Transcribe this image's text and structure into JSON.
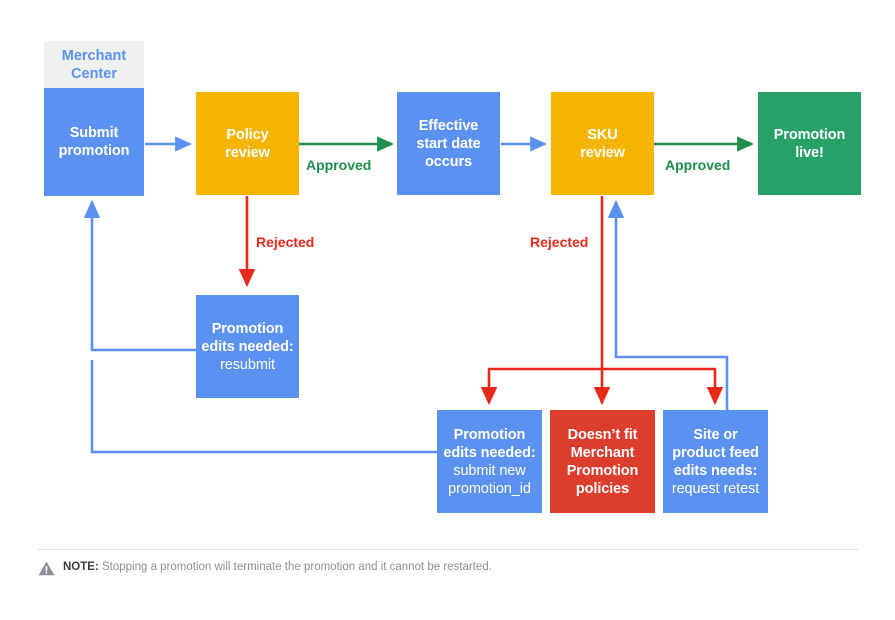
{
  "diagram": {
    "title": "Merchant Center promotion review flow",
    "group_header": {
      "label": "Merchant\nCenter",
      "line1": "Merchant",
      "line2": "Center"
    },
    "colors": {
      "blue": "#5b91f0",
      "yellow": "#f5b400",
      "green": "#26a269",
      "red": "#dc3d2c",
      "group_header_bg": "#eff0f0",
      "arrow_blue": "#5b91f0",
      "arrow_green": "#1e8e4e",
      "arrow_red": "#e8291b",
      "label_green": "#1e8e4e",
      "label_red": "#e8291b"
    },
    "nodes": [
      {
        "id": "submit",
        "bold": "Submit\npromotion",
        "bold_lines": [
          "Submit",
          "promotion"
        ],
        "sub_lines": [],
        "color": "blue"
      },
      {
        "id": "policy",
        "bold": "Policy\nreview",
        "bold_lines": [
          "Policy",
          "review"
        ],
        "sub_lines": [],
        "color": "yellow"
      },
      {
        "id": "effective",
        "bold": "Effective\nstart date\noccurs",
        "bold_lines": [
          "Effective",
          "start date",
          "occurs"
        ],
        "sub_lines": [],
        "color": "blue"
      },
      {
        "id": "sku",
        "bold": "SKU\nreview",
        "bold_lines": [
          "SKU",
          "review"
        ],
        "sub_lines": [],
        "color": "yellow"
      },
      {
        "id": "live",
        "bold": "Promotion\nlive!",
        "bold_lines": [
          "Promotion",
          "live!"
        ],
        "sub_lines": [],
        "color": "green"
      },
      {
        "id": "resubmit",
        "bold": "Promotion\nedits needed:",
        "bold_lines": [
          "Promotion",
          "edits needed:"
        ],
        "sub_lines": [
          "resubmit"
        ],
        "color": "blue"
      },
      {
        "id": "newpromoid",
        "bold": "Promotion\nedits needed:",
        "bold_lines": [
          "Promotion",
          "edits needed:"
        ],
        "sub_lines": [
          "submit new",
          "promotion_id"
        ],
        "color": "blue"
      },
      {
        "id": "policyfail",
        "bold": "Doesn’t fit\nMerchant\nPromotion\npolicies",
        "bold_lines": [
          "Doesn’t fit",
          "Merchant",
          "Promotion",
          "policies"
        ],
        "sub_lines": [],
        "color": "red"
      },
      {
        "id": "sitefeed",
        "bold": "Site or\nproduct feed\nedits needs:",
        "bold_lines": [
          "Site or",
          "product feed",
          "edits needs:"
        ],
        "sub_lines": [
          "request retest"
        ],
        "color": "blue"
      }
    ],
    "edge_labels": [
      {
        "id": "approved-policy",
        "text": "Approved",
        "tone": "green"
      },
      {
        "id": "approved-sku",
        "text": "Approved",
        "tone": "green"
      },
      {
        "id": "rejected-policy",
        "text": "Rejected",
        "tone": "red"
      },
      {
        "id": "rejected-sku",
        "text": "Rejected",
        "tone": "red"
      }
    ]
  },
  "note": {
    "icon": "warning-triangle-icon",
    "keyword": "NOTE:",
    "text": " Stopping a promotion will terminate the promotion and it cannot be restarted."
  }
}
